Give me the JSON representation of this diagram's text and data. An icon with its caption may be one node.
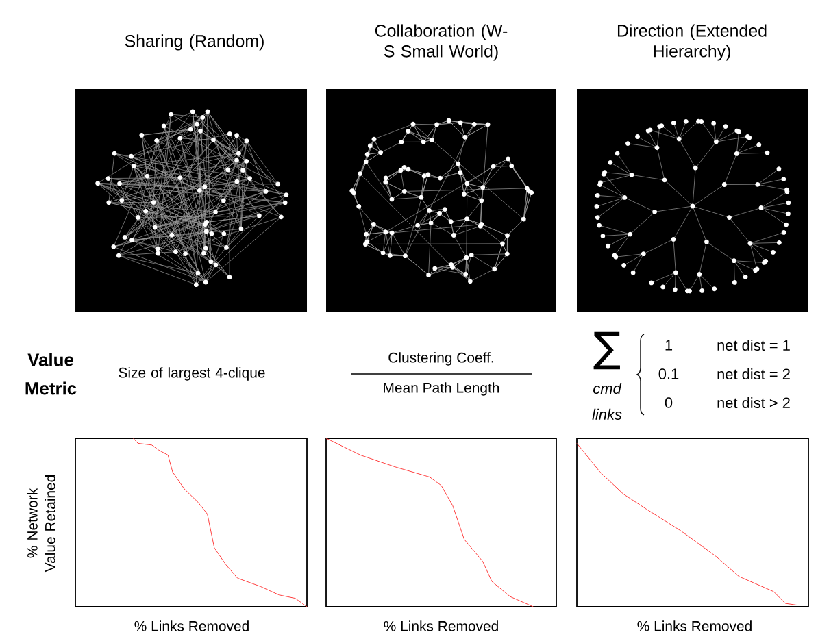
{
  "diagram": {
    "labels": [
      "Sharing (Random)",
      "Collaboration (W-S Small World)",
      "Direction (Extended Hierarchy)",
      "Value Metric",
      "Size of largest 4-clique",
      "Clustering Coeff.",
      "Mean Path Length",
      "∑",
      "cmd links",
      "1",
      "net dist = 1",
      "0.1",
      "net dist = 2",
      "0",
      "net dist > 2",
      "% Network Value Retained",
      "% Links Removed",
      "% Links Removed",
      "% Links Removed"
    ]
  }
}
